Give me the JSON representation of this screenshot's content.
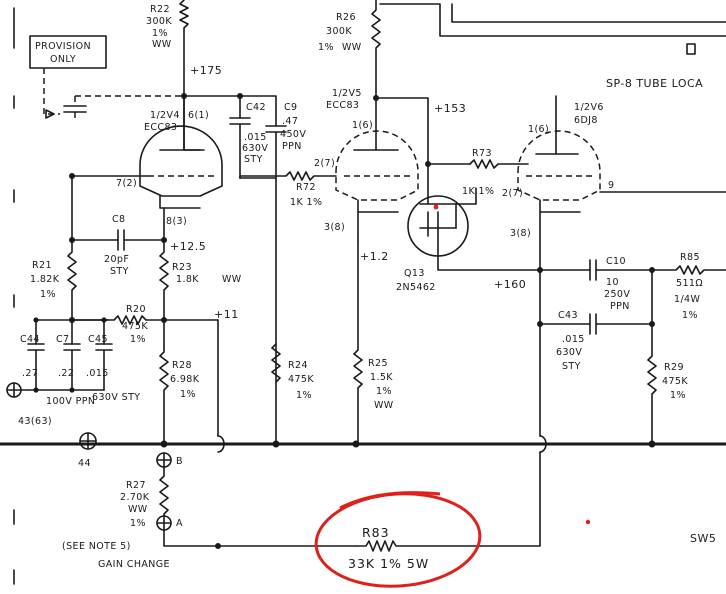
{
  "colors": {
    "ink": "#1a1a1a",
    "highlight": "#e0201b",
    "paper": "#ffffff"
  },
  "provision_box": {
    "line1": "PROVISION",
    "line2": "ONLY"
  },
  "tube_location_label": "SP-8 TUBE LOCA",
  "sw_label": "SW5",
  "tubes": {
    "v4": {
      "name": "1/2V4",
      "type": "ECC83",
      "plate_pin": "6(1)",
      "grid_pin": "7(2)",
      "cathode_pin": "8(3)"
    },
    "v5": {
      "name": "1/2V5",
      "type": "ECC83",
      "plate_pin": "1(6)",
      "grid_pin": "2(7)",
      "cathode_pin": "3(8)"
    },
    "v6": {
      "name": "1/2V6",
      "type": "6DJ8",
      "plate_pin": "1(6)",
      "grid_pin": "2(7)",
      "cathode_pin": "3(8)",
      "heater_pin": "9"
    }
  },
  "voltages": {
    "b_plus_175": "+175",
    "v5_plate": "+153",
    "v4_cathode": "+12.5",
    "node_11": "+11",
    "v5_cathode": "+1.2",
    "v6_cathode": "+160"
  },
  "resistors": {
    "r22": {
      "ref": "R22",
      "value": "300K",
      "tol": "1%",
      "type": "WW"
    },
    "r26": {
      "ref": "R26",
      "value": "300K",
      "tol": "1%",
      "type": "WW"
    },
    "r72": {
      "ref": "R72",
      "value": "1K 1%"
    },
    "r73": {
      "ref": "R73",
      "value": "1K 1%"
    },
    "r21": {
      "ref": "R21",
      "value": "1.82K",
      "tol": "1%"
    },
    "r23": {
      "ref": "R23",
      "value": "1.8K",
      "type": "WW"
    },
    "r20": {
      "ref": "R20",
      "value": "475K",
      "tol": "1%"
    },
    "r28": {
      "ref": "R28",
      "value": "6.98K",
      "tol": "1%"
    },
    "r24": {
      "ref": "R24",
      "value": "475K",
      "tol": "1%"
    },
    "r25": {
      "ref": "R25",
      "value": "1.5K",
      "tol": "1%",
      "type": "WW"
    },
    "r85": {
      "ref": "R85",
      "value": "511Ω",
      "power": "1/4W",
      "tol": "1%"
    },
    "r29": {
      "ref": "R29",
      "value": "475K",
      "tol": "1%"
    },
    "r27": {
      "ref": "R27",
      "value": "2.70K",
      "type": "WW",
      "tol": "1%"
    },
    "r83": {
      "ref": "R83",
      "value": "33K 1% 5W"
    }
  },
  "capacitors": {
    "c42": {
      "ref": "C42",
      "value": ".015",
      "voltage": "630V",
      "type": "STY"
    },
    "c9": {
      "ref": "C9",
      "value": ".47",
      "voltage": "450V",
      "type": "PPN"
    },
    "c8": {
      "ref": "C8",
      "value": "20pF",
      "type": "STY"
    },
    "c44": {
      "ref": "C44",
      "value": ".27"
    },
    "c7": {
      "ref": "C7",
      "value": ".22"
    },
    "c45": {
      "ref": "C45",
      "value": ".015"
    },
    "c_group_note1": "100V PPN",
    "c_group_note2": "630V STY",
    "c10": {
      "ref": "C10",
      "value": "10",
      "voltage": "250V",
      "type": "PPN"
    },
    "c43": {
      "ref": "C43",
      "value": ".015",
      "voltage": "630V",
      "type": "STY"
    }
  },
  "transistor": {
    "ref": "Q13",
    "part": "2N5462"
  },
  "test_points": {
    "tp43": "43(63)",
    "tp44": "44",
    "tp_b": "B",
    "tp_a": "A"
  },
  "notes": {
    "see_note": "(SEE NOTE 5)",
    "gain_change": "GAIN CHANGE"
  }
}
